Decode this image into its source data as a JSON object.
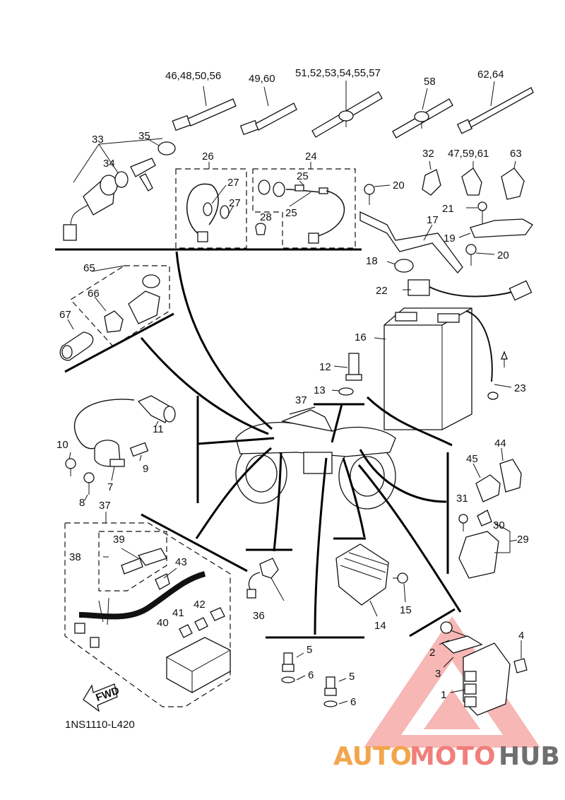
{
  "labels": {
    "p46_48_50_56": "46,48,50,56",
    "p49_60": "49,60",
    "p51_57": "51,52,53,54,55,57",
    "p58": "58",
    "p62_64": "62,64",
    "p33": "33",
    "p35": "35",
    "p34": "34",
    "p26": "26",
    "p24": "24",
    "p25a": "25",
    "p25b": "25",
    "p27a": "27",
    "p27b": "27",
    "p28": "28",
    "p20a": "20",
    "p20b": "20",
    "p32": "32",
    "p47_59_61": "47,59,61",
    "p63": "63",
    "p21": "21",
    "p17": "17",
    "p19": "19",
    "p18": "18",
    "p22": "22",
    "p16": "16",
    "p23": "23",
    "p65": "65",
    "p66": "66",
    "p67": "67",
    "p12": "12",
    "p13": "13",
    "p37a": "37",
    "p37b": "37",
    "p11": "11",
    "p10": "10",
    "p9": "9",
    "p7": "7",
    "p8": "8",
    "p44": "44",
    "p45": "45",
    "p31": "31",
    "p30": "30",
    "p29": "29",
    "p39": "39",
    "p38": "38",
    "p43": "43",
    "p42": "42",
    "p41": "41",
    "p40": "40",
    "p36": "36",
    "p15": "15",
    "p14": "14",
    "p5a": "5",
    "p6a": "6",
    "p5b": "5",
    "p6b": "6",
    "p2": "2",
    "p3": "3",
    "p4": "4",
    "p1": "1"
  },
  "fwd_label": "FWD",
  "diagram_code": "1NS1110-L420",
  "watermark": {
    "part1": "AUTO",
    "part2": "MOTO",
    "part3": "HUB"
  },
  "colors": {
    "watermark_orange": "#f3a54c",
    "watermark_red": "#f07e7a",
    "watermark_gray": "#6f6f6f"
  }
}
